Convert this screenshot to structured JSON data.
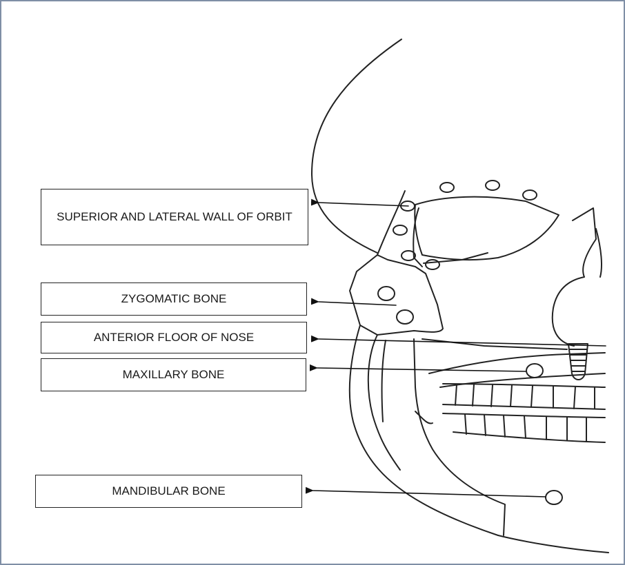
{
  "labels": {
    "orbit": "SUPERIOR AND LATERAL WALL OF ORBIT",
    "zygomatic": "ZYGOMATIC BONE",
    "nose": "ANTERIOR FLOOR OF NOSE",
    "maxillary": "MAXILLARY BONE",
    "mandibular": "MANDIBULAR BONE"
  },
  "colors": {
    "line": "#222222",
    "frame": "#7f8fa6"
  }
}
